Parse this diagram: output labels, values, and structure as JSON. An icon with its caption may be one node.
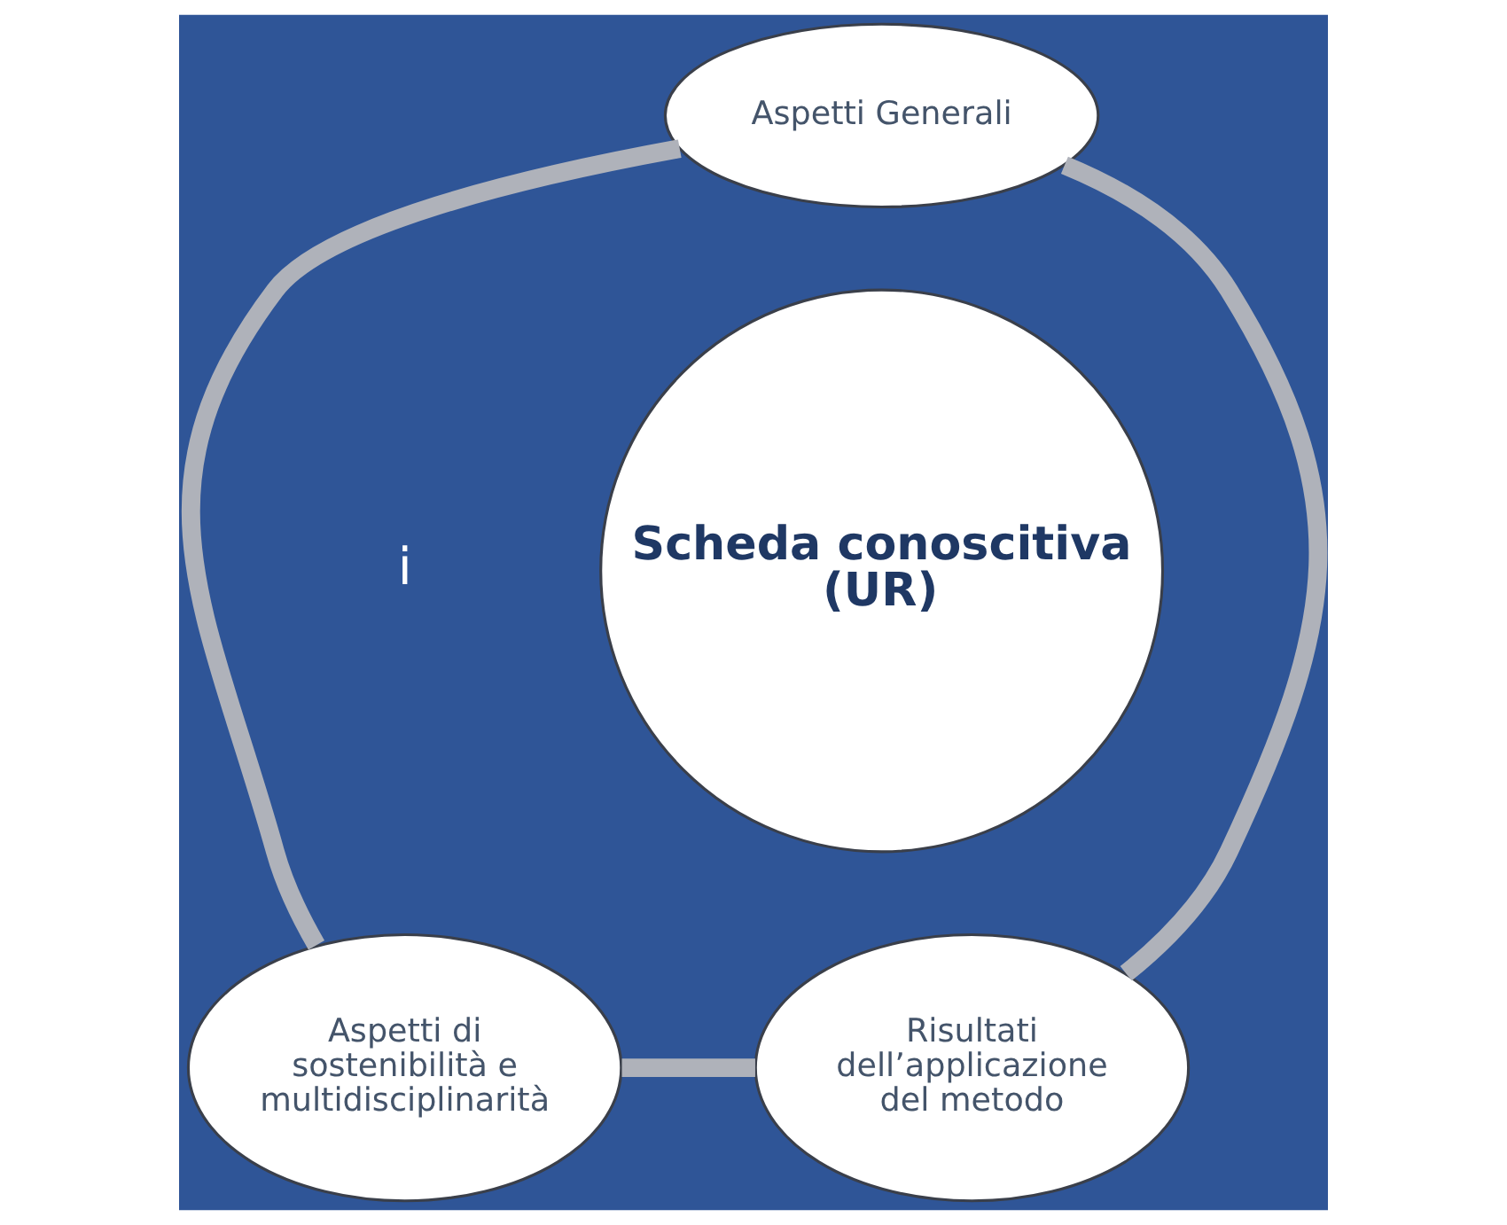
{
  "diagram": {
    "nodes": [
      {
        "text": [
          "Aspetti Generali"
        ]
      },
      {
        "text": [
          "Scheda conoscitiva",
          "(UR)"
        ]
      },
      {
        "text": [
          "Aspetti di sostenibilità e multidisciplinarità"
        ]
      },
      {
        "text": [
          "Risultati dell’applicazione del metodo"
        ]
      }
    ],
    "edges": [
      {
        "from": 0,
        "to": 3,
        "arrow": "none"
      },
      {
        "from": 3,
        "to": 2,
        "arrow": "none"
      },
      {
        "from": 2,
        "to": 0,
        "arrow": "none"
      }
    ],
    "labels": [
      "i"
    ]
  }
}
